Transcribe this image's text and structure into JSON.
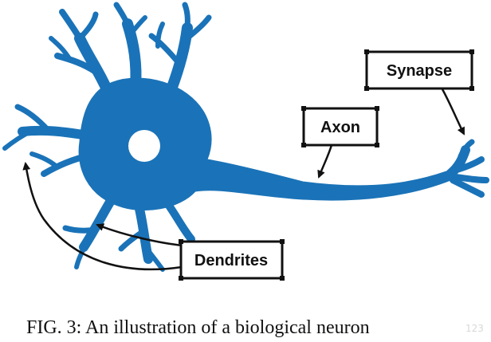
{
  "figure": {
    "labels": {
      "synapse": "Synapse",
      "axon": "Axon",
      "dendrites": "Dendrites"
    },
    "caption": "FIG. 3: An illustration of a biological neuron",
    "watermark": "123",
    "colors": {
      "neuron": "#1a73b8",
      "outline": "#111111",
      "background": "#ffffff"
    }
  }
}
